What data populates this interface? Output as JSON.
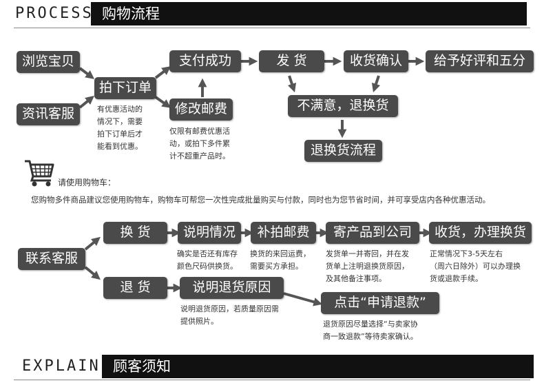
{
  "header_top": {
    "en": "PROCESS",
    "cn": "购物流程"
  },
  "header_bottom": {
    "en": "EXPLAIN",
    "cn": "顾客须知"
  },
  "shopping": {
    "browse": "浏览宝贝",
    "consult": "资讯客服",
    "order": "拍下订单",
    "pay": "支付成功",
    "modify_postage": "修改邮费",
    "ship": "发  货",
    "confirm_receipt": "收货确认",
    "review": "给予好评和五分",
    "unsatisfied": "不满意，退换货",
    "return_flow": "退换货流程",
    "order_note": "有优惠活动的\n情况下，需要\n拍下订单后才\n能看到优惠。",
    "postage_note": "仅限有邮费优惠活\n动，或拍下多件累\n计不超重产品时。"
  },
  "cart": {
    "note": "请使用购物车：",
    "long_note": "您购物多件商品建议您使用购物车，购物车可帮您一次性完成批量购买与付款，同时也为您节省时间，并可享受店内各种优惠活动。"
  },
  "returns": {
    "contact": "联系客服",
    "exchange": "换  货",
    "explain": "说明情况",
    "repay_postage": "补拍邮费",
    "send_to_company": "寄产品到公司",
    "receive_exchange": "收货，办理换货",
    "refund": "退  货",
    "explain_reason": "说明退货原因",
    "apply_refund": "点击“申请退款”",
    "explain_note": "确实是否还有库存\n颜色尺码供换货。",
    "repay_note": "换货的来回运费，\n需要买方承担。",
    "send_note": "发货单一并寄回，并在发\n货单上注明退换货原因，\n及其他备注事项。",
    "receive_note": "正常情况下3-5天左右\n（周六日除外）可以办理换\n货或退款手续。",
    "reason_note": "说明退货原因，若质量原因需\n提供照片。",
    "refund_note": "退货原因尽量选择“与卖家协\n商一致退款”等待卖家确认。"
  },
  "colors": {
    "box": "#4a4a4a",
    "arrow": "#555555",
    "header": "#111111"
  }
}
